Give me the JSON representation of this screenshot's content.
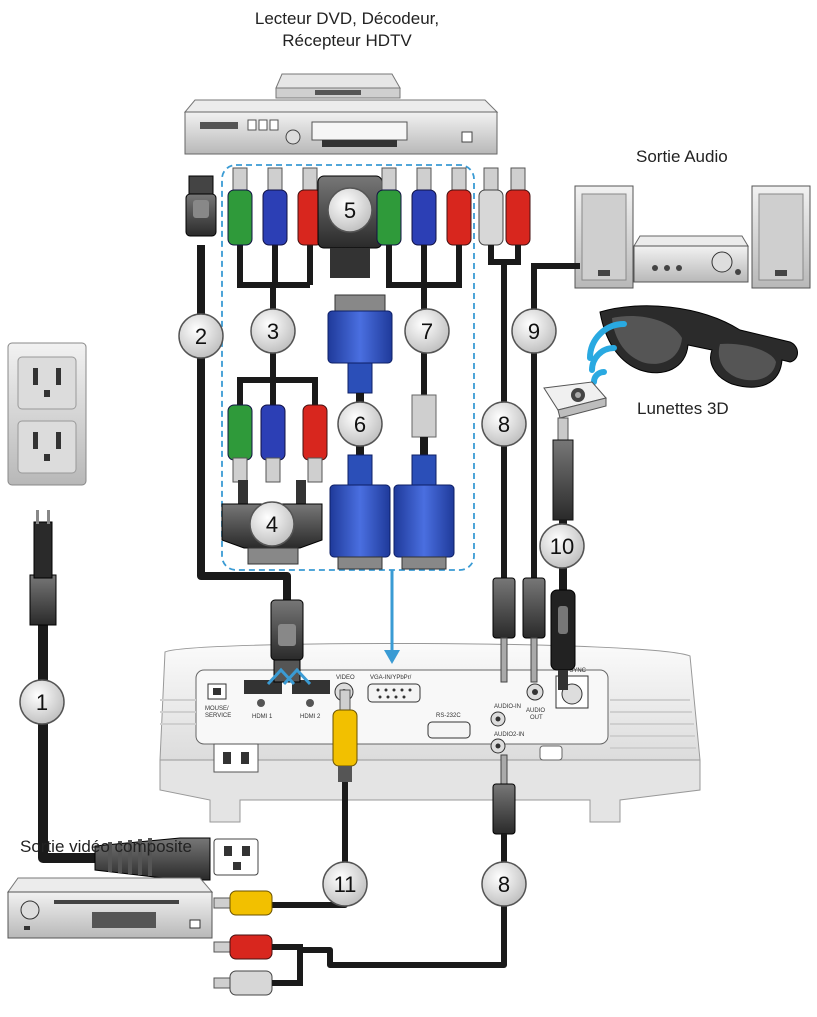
{
  "labels": {
    "dvd": "Lecteur DVD, Décodeur,",
    "dvd_line2": "Récepteur HDTV",
    "audio_out": "Sortie Audio",
    "glasses": "Lunettes 3D",
    "composite": "Sortie vidéo composite"
  },
  "callouts": [
    "1",
    "2",
    "3",
    "4",
    "5",
    "6",
    "7",
    "8",
    "9",
    "10",
    "11",
    "8"
  ],
  "ports": {
    "mouse": "MOUSE/",
    "service": "SERVICE",
    "hdmi1": "HDMI 1",
    "hdmi2": "HDMI 2",
    "video": "VIDEO",
    "vga": "VGA-IN/YPbPr/",
    "rs232": "RS-232C",
    "audio_in1": "AUDIO-IN",
    "audio_in2": "AUDIO2-IN",
    "audio_out": "AUDIO",
    "audio_out2": "OUT",
    "sync": "3D SYNC"
  },
  "colors": {
    "cable": "#1a1a1a",
    "green": "#2f9a3a",
    "blue": "#2c3fb5",
    "red": "#d8261e",
    "white": "#d7d7d7",
    "yellow": "#f2c000",
    "vga_blue": "#2b4fb8",
    "dash": "#3a9bd4",
    "arrow": "#3a9bd4"
  },
  "icons": [
    "dvd-player-icon",
    "wall-outlet-icon",
    "power-plug-icon",
    "speaker-icon",
    "amplifier-icon",
    "3d-glasses-icon",
    "ir-emitter-icon",
    "projector-icon",
    "vcr-icon"
  ]
}
